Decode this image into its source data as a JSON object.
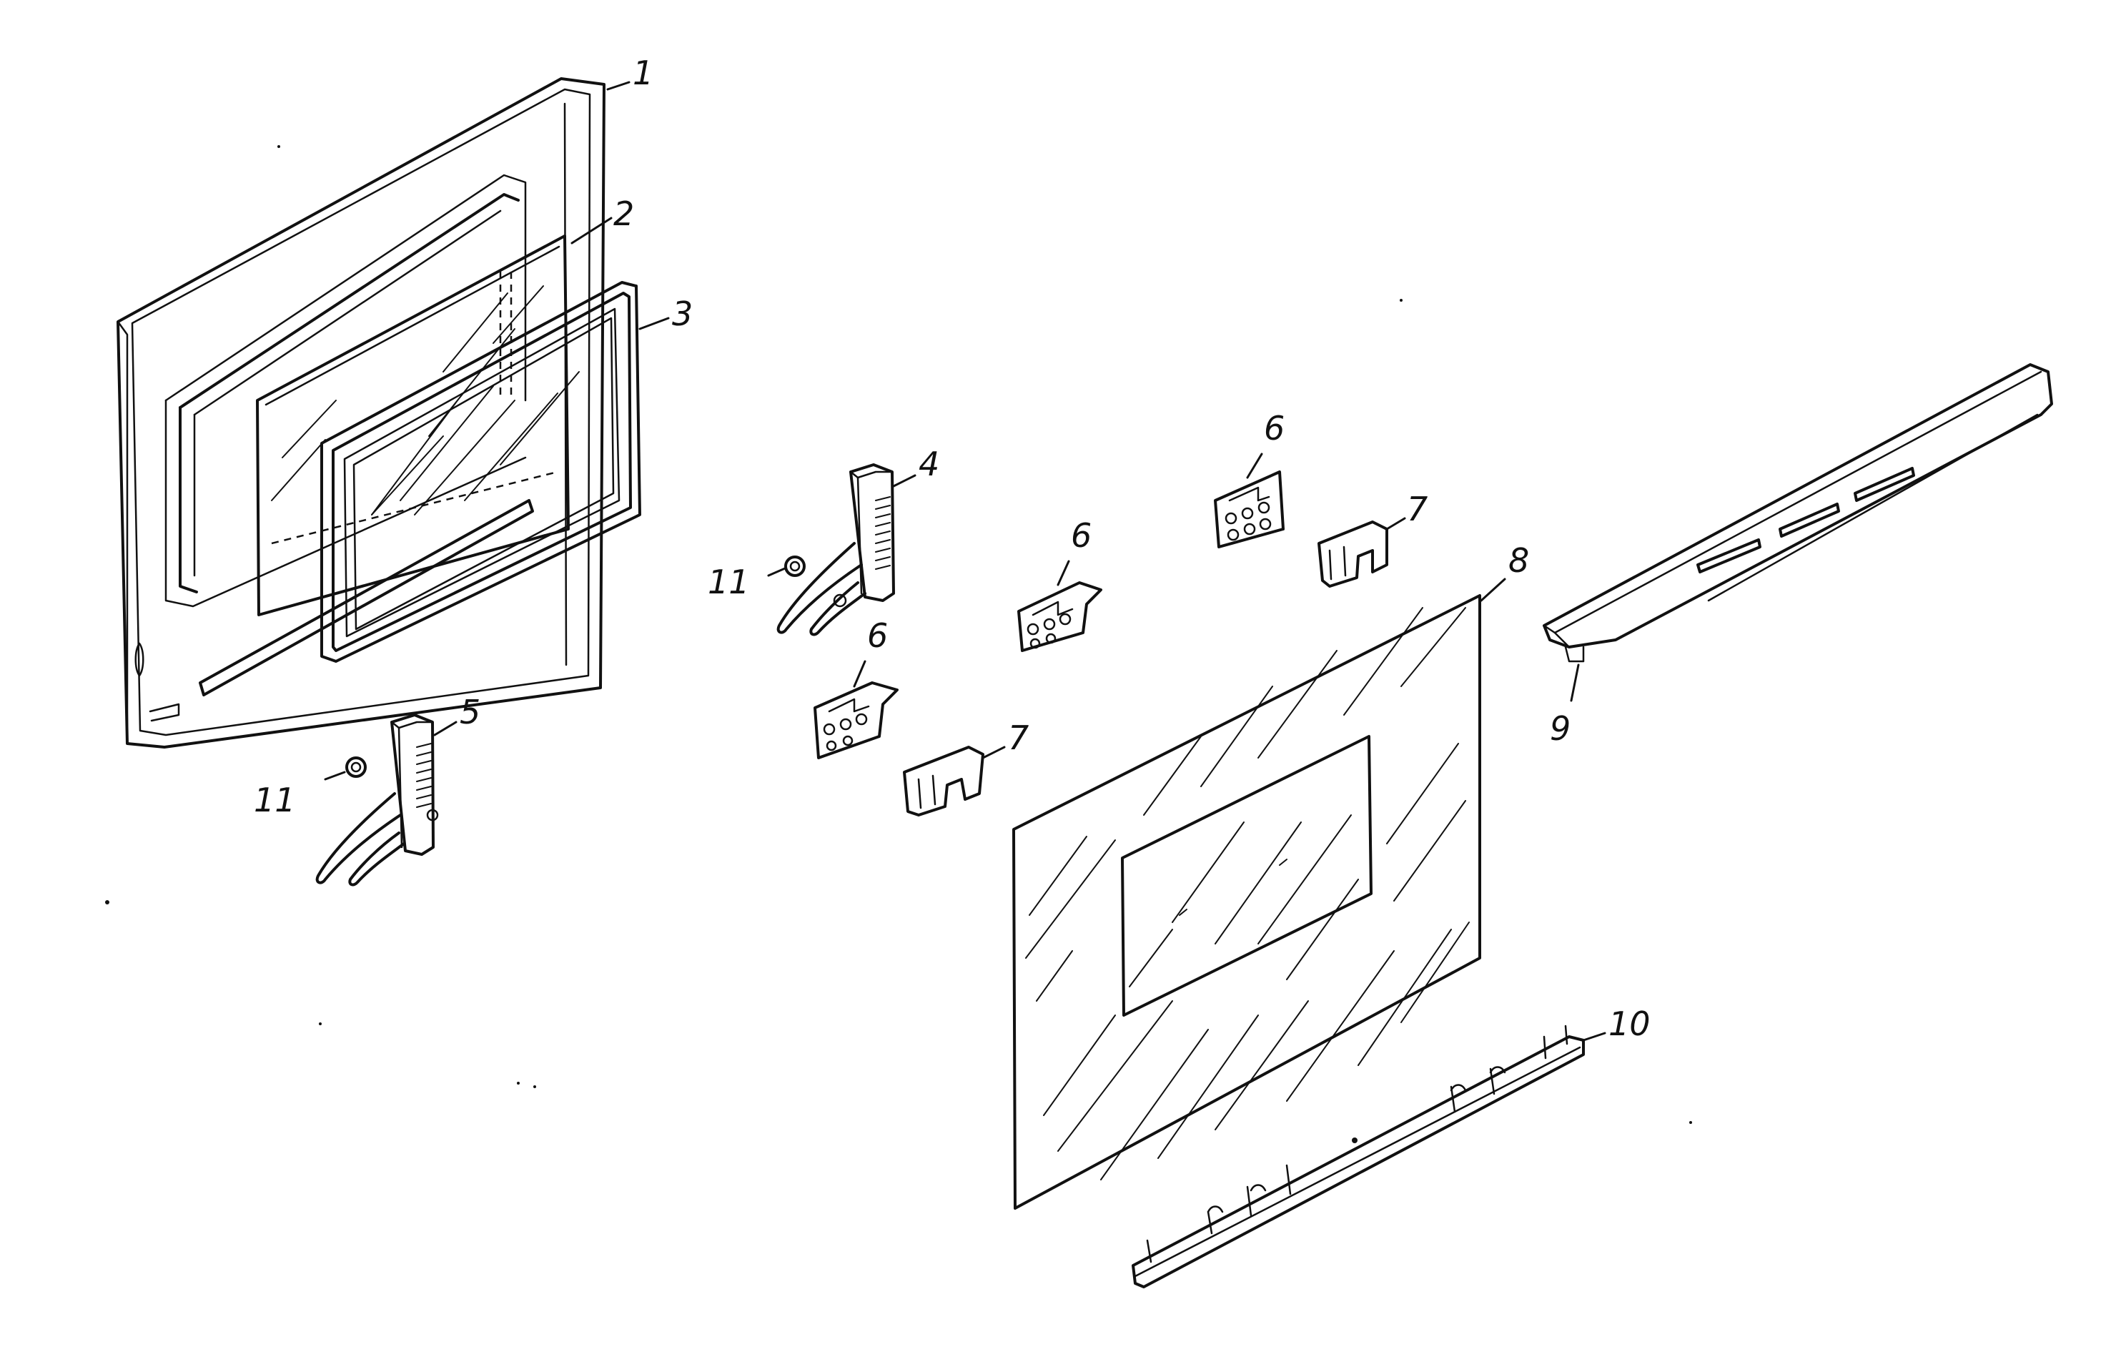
{
  "callouts": {
    "c1": "1",
    "c2": "2",
    "c3": "3",
    "c4": "4",
    "c5": "5",
    "c6a": "6",
    "c6b": "6",
    "c6c": "6",
    "c7a": "7",
    "c7b": "7",
    "c8": "8",
    "c9": "9",
    "c10": "10",
    "c11a": "11",
    "c11b": "11"
  }
}
